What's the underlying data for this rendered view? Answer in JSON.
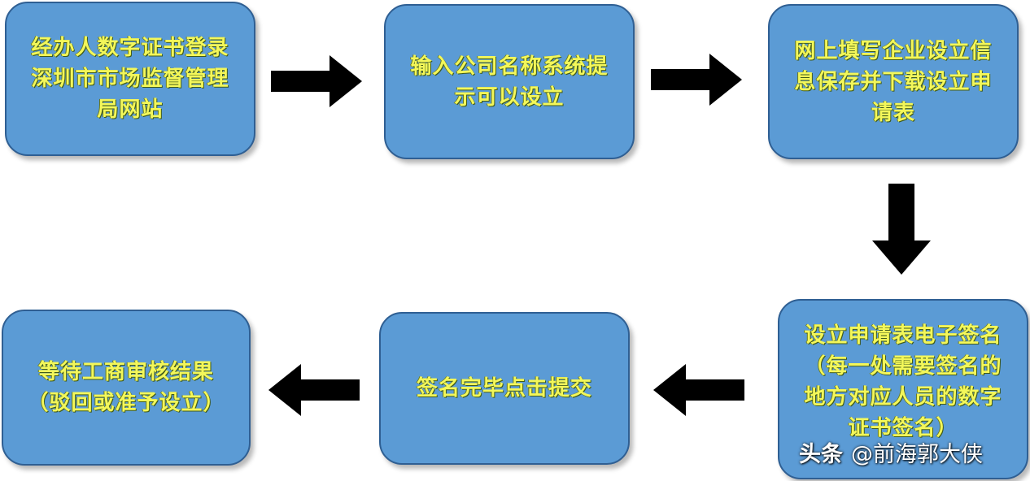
{
  "diagram": {
    "steps": [
      {
        "id": 1,
        "text": "经办人数字证书登录深圳市市场监督管理局网站"
      },
      {
        "id": 2,
        "text": "输入公司名称系统提示可以设立"
      },
      {
        "id": 3,
        "text": "网上填写企业设立信息保存并下载设立申请表"
      },
      {
        "id": 4,
        "text": "设立申请表电子签名（每一处需要签名的地方对应人员的数字证书签名）"
      },
      {
        "id": 5,
        "text": "签名完毕点击提交"
      },
      {
        "id": 6,
        "text": "等待工商审核结果（驳回或准予设立）"
      }
    ],
    "colors": {
      "box_fill": "#5b9bd5",
      "box_border": "#2f5f93",
      "text": "#f3f75a",
      "arrow": "#000000"
    }
  },
  "watermark": {
    "brand": "头条",
    "handle": "@前海郭大侠"
  }
}
